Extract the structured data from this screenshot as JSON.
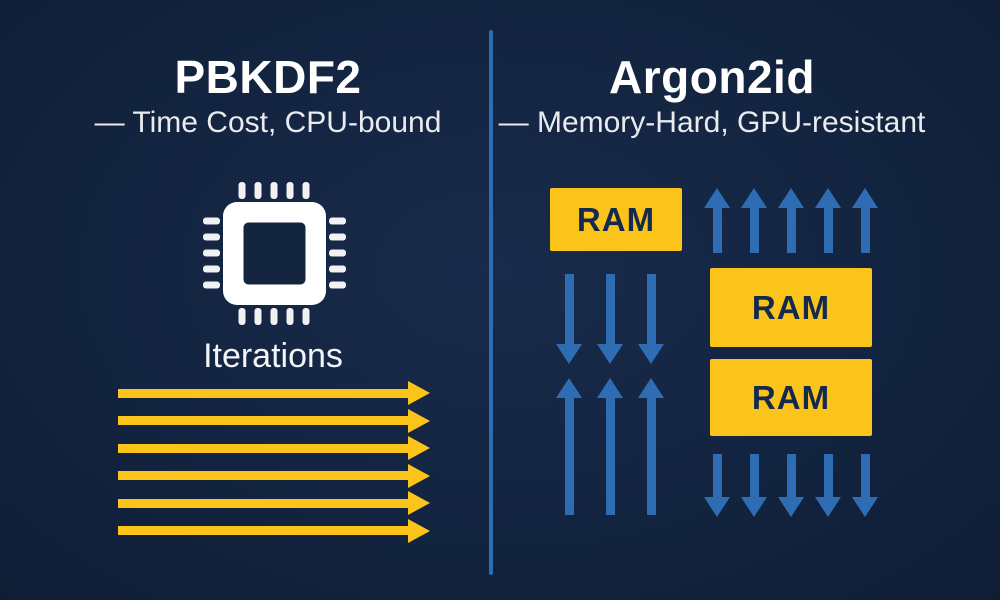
{
  "diagram": {
    "background_color": "#132440",
    "divider_color": "#2E6DB4",
    "accent_yellow": "#FBC41A",
    "accent_blue": "#2E6DB4",
    "left": {
      "title": "PBKDF2",
      "subtitle": "— Time Cost, CPU-bound",
      "icon": "cpu-chip-icon",
      "icon_label": "Iterations",
      "iteration_arrows": {
        "type": "horizontal",
        "direction": "right",
        "count": 6,
        "color": "#FBC41A"
      }
    },
    "right": {
      "title": "Argon2id",
      "subtitle": "— Memory-Hard, GPU-resistant",
      "ram_boxes": [
        {
          "label": "RAM"
        },
        {
          "label": "RAM"
        },
        {
          "label": "RAM"
        }
      ],
      "ram_box_color": "#FBC41A",
      "ram_text_color": "#13294E",
      "arrow_groups": [
        {
          "type": "vertical",
          "direction": "up",
          "count": 5,
          "color": "#2E6DB4"
        },
        {
          "type": "vertical",
          "direction": "down",
          "count": 3,
          "color": "#2E6DB4"
        },
        {
          "type": "vertical",
          "direction": "up",
          "count": 3,
          "color": "#2E6DB4"
        },
        {
          "type": "vertical",
          "direction": "down",
          "count": 5,
          "color": "#2E6DB4"
        }
      ]
    }
  }
}
